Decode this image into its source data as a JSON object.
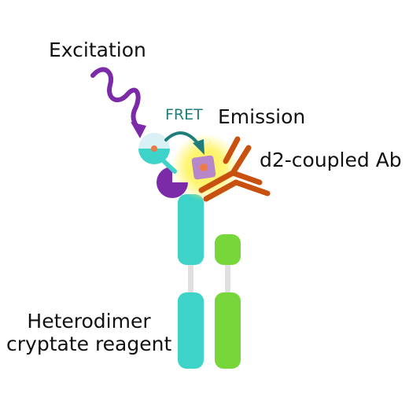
{
  "labels": {
    "excitation": "Excitation",
    "fret": "FRET",
    "emission": "Emission",
    "antibody": "d2-coupled Ab",
    "reagent_line1": "Heterodimer",
    "reagent_line2": "cryptate reagent"
  },
  "colors": {
    "teal": "#3ED3C8",
    "green": "#77D63A",
    "purple": "#7B2BA8",
    "orange": "#C9510F",
    "fret_arrow": "#1F7E7C",
    "glow": "#FFF35A",
    "acceptor": "#B887C9",
    "dot": "#EE7A48",
    "linker": "#E0E0E0",
    "light_teal": "#D9F1F4"
  },
  "icons": {
    "excitation": "wavy-arrow",
    "fret": "curved-arrow",
    "donor": "cryptate-circle",
    "acceptor": "d2-fluorophore-square",
    "antibody": "antibody-y-shape"
  }
}
